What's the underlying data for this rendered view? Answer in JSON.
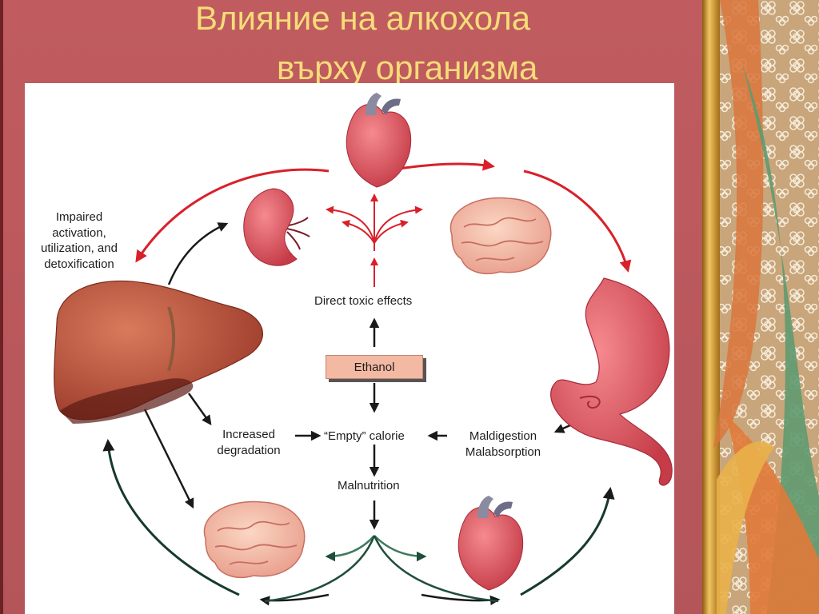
{
  "slide": {
    "title_line_1": "Влияние на алкохола",
    "title_line_2": "върху организма"
  },
  "diagram": {
    "labels": {
      "impaired": "Impaired\nactivation,\nutilization, and\ndetoxification",
      "direct_toxic": "Direct toxic effects",
      "ethanol": "Ethanol",
      "increased_degradation": "Increased\ndegradation",
      "empty_calorie": "“Empty” calorie",
      "maldigestion": "Maldigestion\nMalabsorption",
      "malnutrition": "Malnutrition"
    },
    "organs": [
      "liver-icon",
      "kidney-icon",
      "heart-icon",
      "brain-icon",
      "stomach-icon"
    ],
    "colors": {
      "slide_bg": "#b9565a",
      "title": "#f6dc78",
      "red_arrow": "#d9202a",
      "dark_arrow": "#1a1a1a",
      "green_arrow": "#1f4e3a",
      "organ": "#d9505c",
      "ethanol_box": "#f3b9a3"
    }
  }
}
